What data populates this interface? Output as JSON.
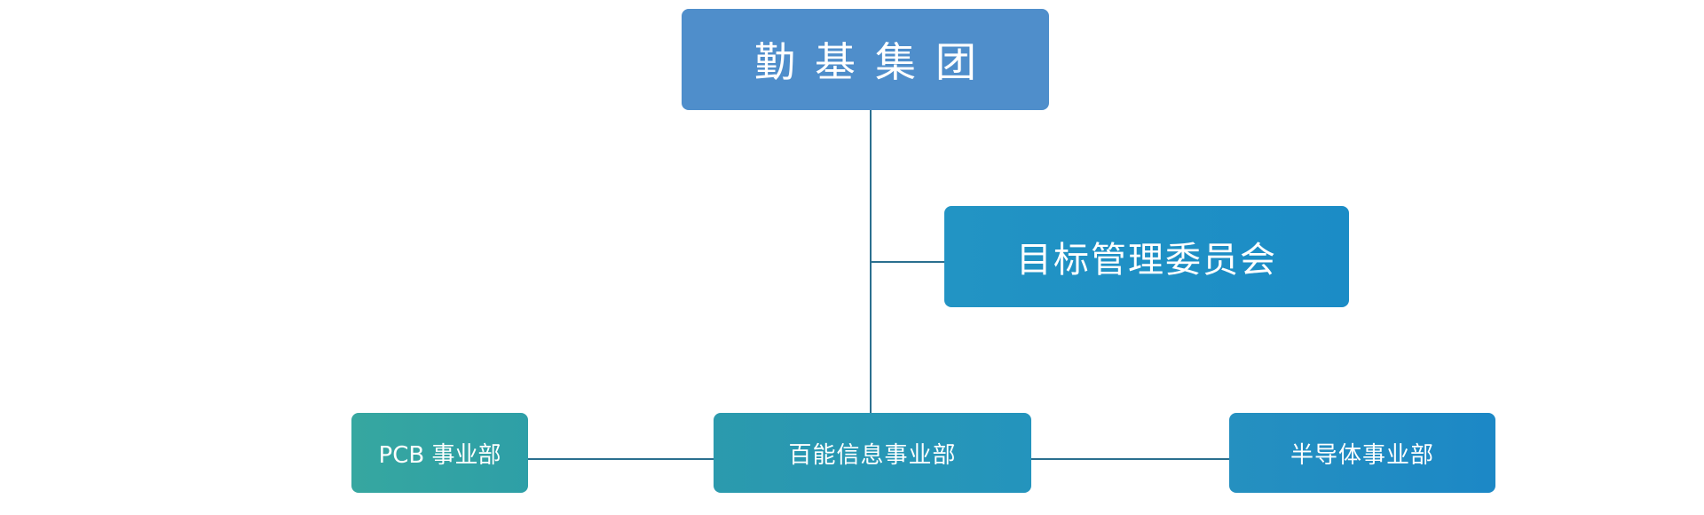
{
  "diagram": {
    "root": {
      "label": "勤基集团"
    },
    "committee": {
      "label": "目标管理委员会"
    },
    "divisions": [
      {
        "label": "PCB 事业部"
      },
      {
        "label": "百能信息事业部"
      },
      {
        "label": "半导体事业部"
      }
    ],
    "colors": {
      "root_fill": "#4f8ecb",
      "node_fill_teal": "#36a7a0",
      "node_fill_blue": "#1c88c6",
      "connector": "#2b6f8f",
      "text": "#ffffff"
    }
  }
}
